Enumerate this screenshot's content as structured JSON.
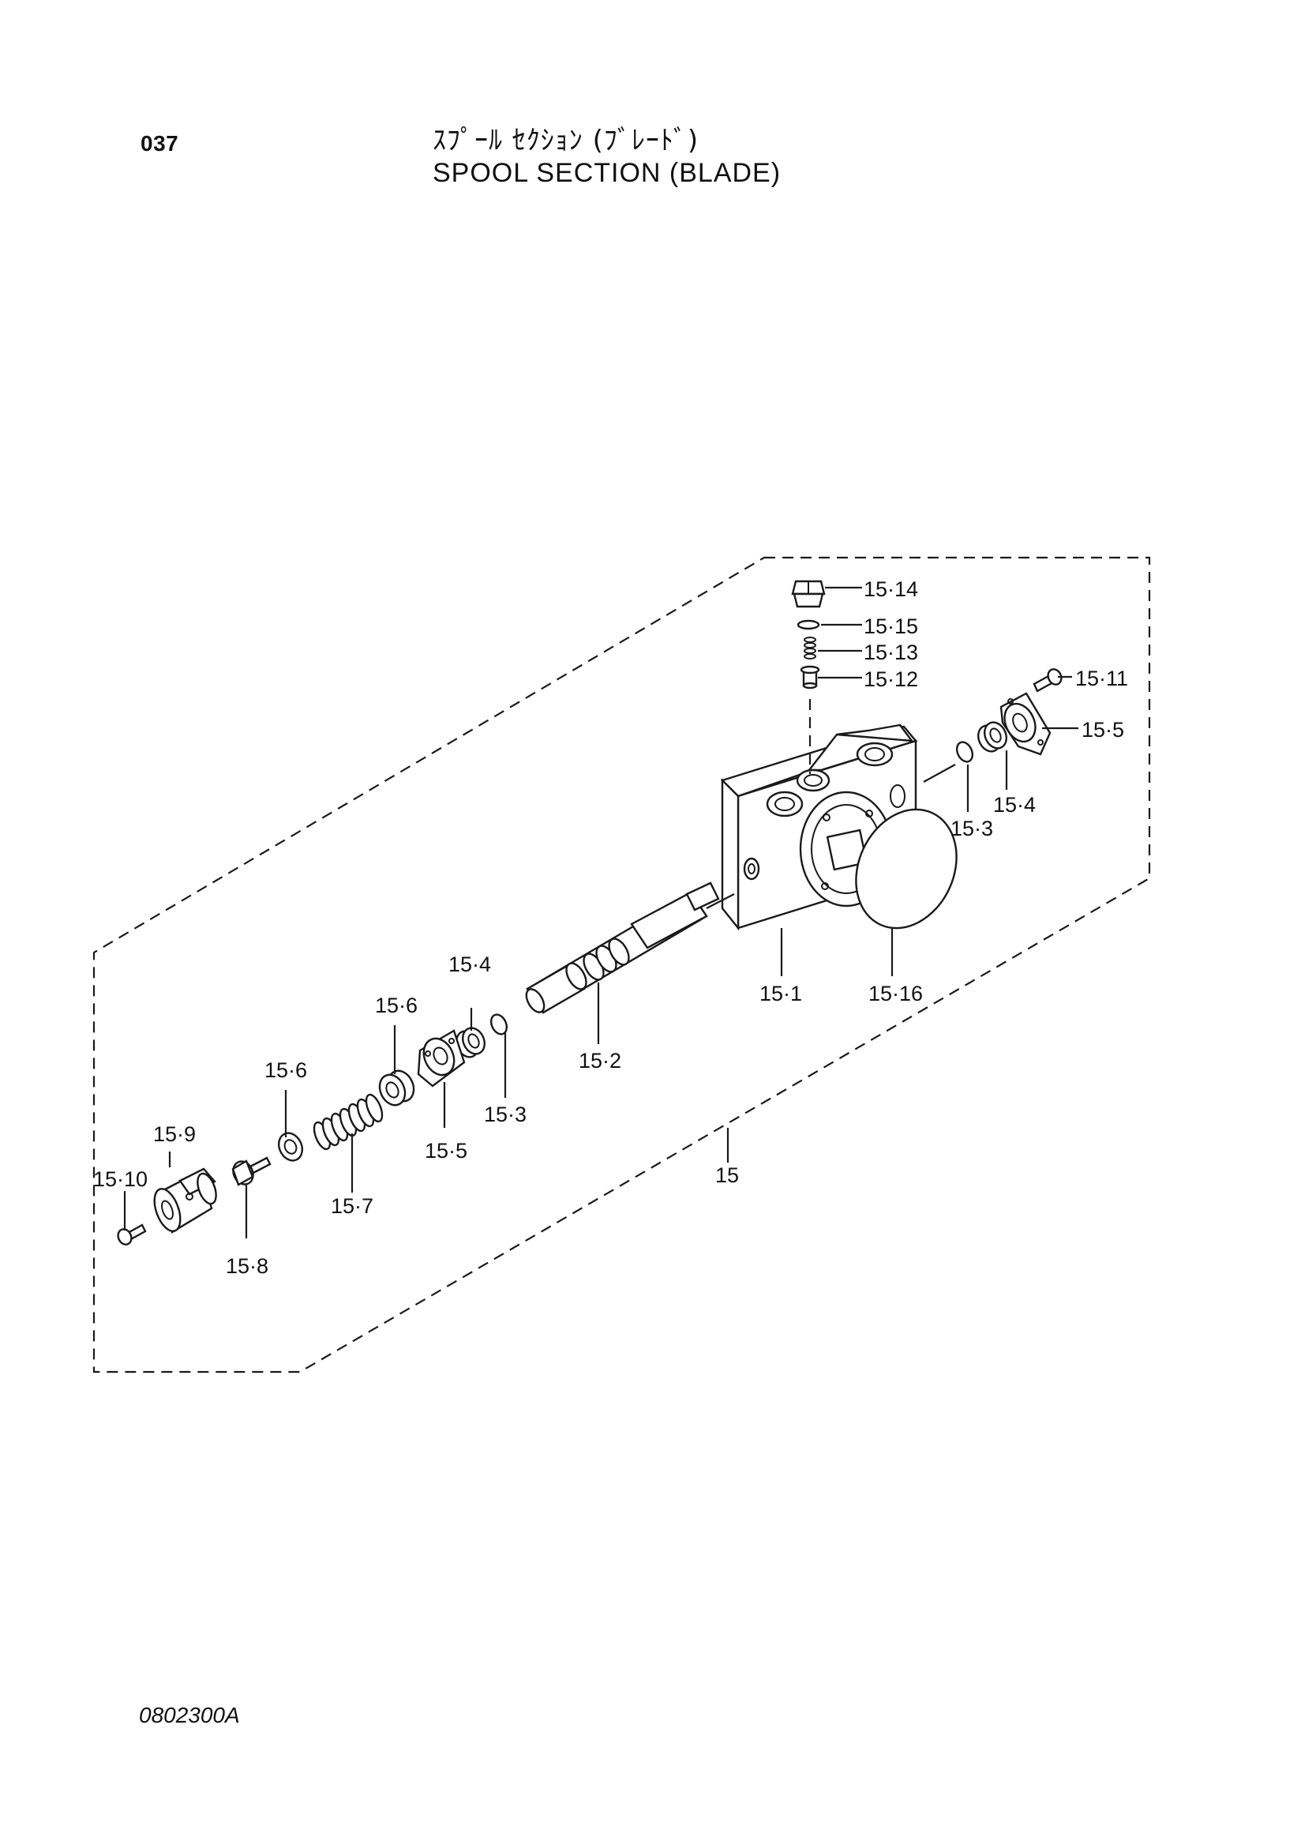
{
  "header": {
    "page_number": "037",
    "title_japanese": "ｽﾌﾟｰﾙ ｾｸｼｮﾝ (ﾌﾞﾚｰﾄﾞ)",
    "title_english": "SPOOL  SECTION (BLADE)"
  },
  "footer": {
    "drawing_code": "0802300A"
  },
  "callouts": {
    "assembly": "15",
    "housing": "15·1",
    "spool": "15·2",
    "o_ring_left": "15·3",
    "o_ring_right": "15·3",
    "seal_left": "15·4",
    "seal_right": "15·4",
    "plate_left": "15·5",
    "plate_right": "15·5",
    "spacer_upper": "15·6",
    "spacer_lower": "15·6",
    "spring": "15·7",
    "stopper_bolt": "15·8",
    "cap": "15·9",
    "cap_bolt": "15·10",
    "plate_bolt": "15·11",
    "poppet": "15·12",
    "check_spring": "15·13",
    "plug": "15·14",
    "plug_o_ring": "15·15",
    "housing_o_ring": "15·16"
  }
}
